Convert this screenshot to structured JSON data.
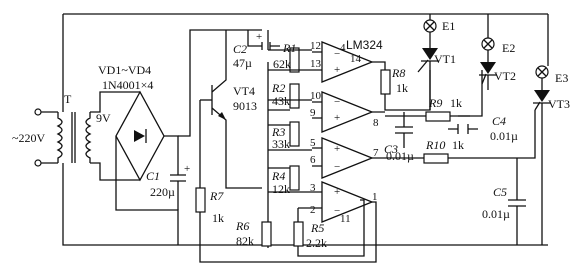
{
  "labels": {
    "ic_name": "LM324",
    "rectifier_diodes": "VD1~VD4",
    "rectifier_part": "1N4001×4",
    "mains_voltage": "~220V",
    "transformer": "T",
    "secondary_voltage": "9V",
    "c1_name": "C1",
    "c1_value": "220µ",
    "c2_name": "C2",
    "c2_value": "47µ",
    "vt4_name": "VT4",
    "vt4_part": "9013",
    "r1_name": "R1",
    "r1_value": "62k",
    "r2_name": "R2",
    "r2_value": "43k",
    "r3_name": "R3",
    "r3_value": "33k",
    "r4_name": "R4",
    "r4_value": "12k",
    "r5_name": "R5",
    "r5_value": "2.2k",
    "r6_name": "R6",
    "r6_value": "82k",
    "r7_name": "R7",
    "r7_value": "1k",
    "r8_name": "R8",
    "r8_value": "1k",
    "r9_name": "R9",
    "r9_value": "1k",
    "r10_name": "R10",
    "r10_value": "1k",
    "c3_name": "C3",
    "c3_value": "0.01µ",
    "c4_name": "C4",
    "c4_value": "0.01µ",
    "c5_name": "C5",
    "c5_value": "0.01µ",
    "lamp1": "E1",
    "lamp2": "E2",
    "lamp3": "E3",
    "thyristor1": "VT1",
    "thyristor2": "VT2",
    "thyristor3": "VT3"
  },
  "pins": {
    "opamp1": [
      "12",
      "13",
      "14",
      "4"
    ],
    "opamp2": [
      "10",
      "9",
      "8"
    ],
    "opamp3": [
      "5",
      "6",
      "7"
    ],
    "opamp4": [
      "3",
      "2",
      "1",
      "11"
    ]
  }
}
